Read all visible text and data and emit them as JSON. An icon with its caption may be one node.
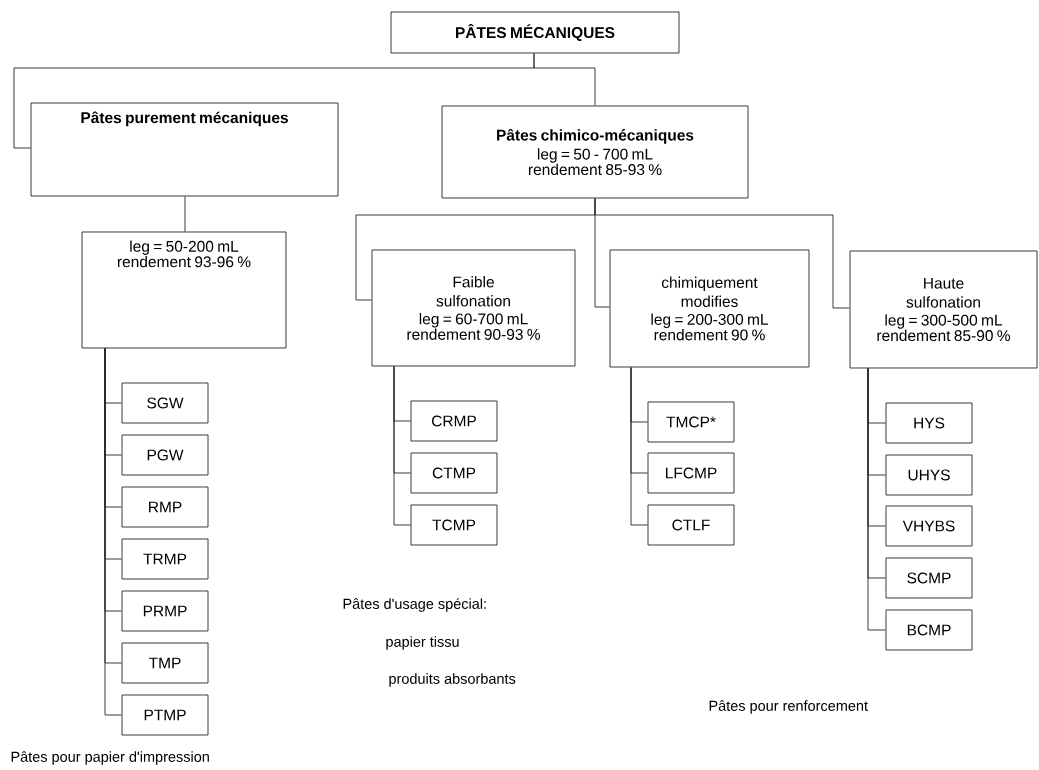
{
  "diagram": {
    "nodes": [
      {
        "text": [
          "PÂTES MÉCANIQUES"
        ]
      },
      {
        "text": [
          "Pâtes purement mécaniques"
        ]
      },
      {
        "text": [
          "Pâtes chimico-mécaniques",
          "leg = 50 - 700 mL",
          "rendement 85-93 %"
        ]
      },
      {
        "text": [
          "leg = 50-200 mL",
          "rendement 93-96 %"
        ]
      },
      {
        "text": [
          "Faible sulfonation",
          "leg = 60-700 mL",
          "rendement 90-93 %"
        ]
      },
      {
        "text": [
          "chimiquement modifies",
          "leg = 200-300 mL",
          "rendement 90 %"
        ]
      },
      {
        "text": [
          "Haute sulfonation",
          "leg = 300-500 mL",
          "rendement 85-90 %"
        ]
      },
      {
        "text": [
          "SGW"
        ]
      },
      {
        "text": [
          "PGW"
        ]
      },
      {
        "text": [
          "RMP"
        ]
      },
      {
        "text": [
          "TRMP"
        ]
      },
      {
        "text": [
          "PRMP"
        ]
      },
      {
        "text": [
          "TMP"
        ]
      },
      {
        "text": [
          "PTMP"
        ]
      },
      {
        "text": [
          "CRMP"
        ]
      },
      {
        "text": [
          "CTMP"
        ]
      },
      {
        "text": [
          "TCMP"
        ]
      },
      {
        "text": [
          "TMCP*"
        ]
      },
      {
        "text": [
          "LFCMP"
        ]
      },
      {
        "text": [
          "CTLF"
        ]
      },
      {
        "text": [
          "HYS"
        ]
      },
      {
        "text": [
          "UHYS"
        ]
      },
      {
        "text": [
          "VHYBS"
        ]
      },
      {
        "text": [
          "SCMP"
        ]
      },
      {
        "text": [
          "BCMP"
        ]
      }
    ],
    "edges": [
      {
        "from": 0,
        "to": 1,
        "arrow": "none"
      },
      {
        "from": 0,
        "to": 2,
        "arrow": "none"
      },
      {
        "from": 1,
        "to": 3,
        "arrow": "none"
      },
      {
        "from": 2,
        "to": 4,
        "arrow": "none"
      },
      {
        "from": 2,
        "to": 5,
        "arrow": "none"
      },
      {
        "from": 2,
        "to": 6,
        "arrow": "none"
      },
      {
        "from": 3,
        "to": 7,
        "arrow": "none"
      },
      {
        "from": 3,
        "to": 8,
        "arrow": "none"
      },
      {
        "from": 3,
        "to": 9,
        "arrow": "none"
      },
      {
        "from": 3,
        "to": 10,
        "arrow": "none"
      },
      {
        "from": 3,
        "to": 11,
        "arrow": "none"
      },
      {
        "from": 3,
        "to": 12,
        "arrow": "none"
      },
      {
        "from": 3,
        "to": 13,
        "arrow": "none"
      },
      {
        "from": 4,
        "to": 14,
        "arrow": "none"
      },
      {
        "from": 4,
        "to": 15,
        "arrow": "none"
      },
      {
        "from": 4,
        "to": 16,
        "arrow": "none"
      },
      {
        "from": 5,
        "to": 17,
        "arrow": "none"
      },
      {
        "from": 5,
        "to": 18,
        "arrow": "none"
      },
      {
        "from": 5,
        "to": 19,
        "arrow": "none"
      },
      {
        "from": 6,
        "to": 20,
        "arrow": "none"
      },
      {
        "from": 6,
        "to": 21,
        "arrow": "none"
      },
      {
        "from": 6,
        "to": 22,
        "arrow": "none"
      },
      {
        "from": 6,
        "to": 23,
        "arrow": "none"
      },
      {
        "from": 6,
        "to": 24,
        "arrow": "none"
      }
    ],
    "labels": [
      "Pâtes d'usage spécial:",
      "papier tissu",
      "produits absorbants",
      "Pâtes pour renforcement",
      "Pâtes pour papier d'impression"
    ]
  }
}
